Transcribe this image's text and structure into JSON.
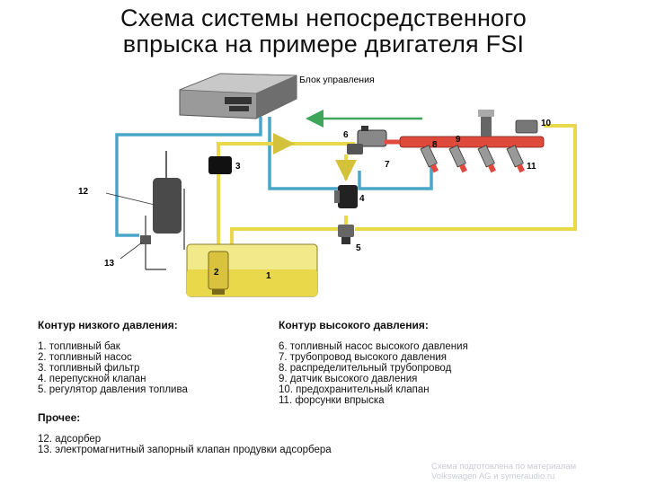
{
  "title": {
    "line1": "Схема системы непосредственного",
    "line2": "впрыска  на примере двигателя FSI"
  },
  "diagram": {
    "ecu_label": "Блок управления",
    "numbers": [
      "1",
      "2",
      "3",
      "4",
      "5",
      "6",
      "7",
      "8",
      "9",
      "10",
      "11",
      "12",
      "13"
    ]
  },
  "legend_low": {
    "heading": "Контур низкого давления:",
    "items": [
      "1. топливный бак",
      "2. топливный насос",
      "3. топливный фильтр",
      "4. перепускной клапан",
      "5. регулятор давления топлива"
    ]
  },
  "legend_high": {
    "heading": "Контур высокого давления:",
    "items": [
      "6. топливный насос высокого давления",
      "7. трубопровод высокого давления",
      "8. распределительный трубопровод",
      "9. датчик высокого давления",
      "10. предохранительный клапан",
      "11. форсунки впрыска"
    ]
  },
  "legend_other": {
    "heading": "Прочее:",
    "items": [
      "12. адсорбер",
      "13. электромагнитный запорный клапан продувки адсорбера"
    ]
  },
  "footer": {
    "line1": "Схема подготовлена по материалам",
    "line2": "Volkswagen AG и symeraudio.ru"
  },
  "colors": {
    "low_pressure": "#e8d84a",
    "high_pressure": "#e04a3c",
    "return_line": "#4aa6c8",
    "signal_line": "#3fa55a",
    "ecu": "#8c8c8c"
  }
}
